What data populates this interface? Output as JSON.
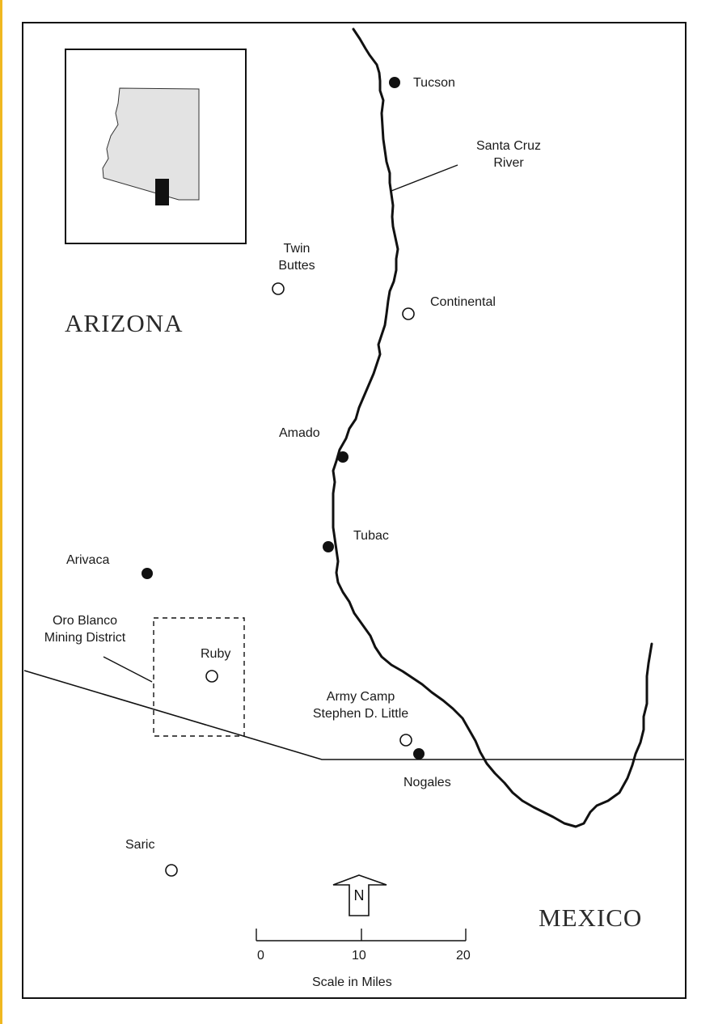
{
  "regions": {
    "arizona": "ARIZONA",
    "mexico": "MEXICO"
  },
  "places": [
    {
      "name": "Tucson",
      "marker": "filled"
    },
    {
      "name": "Twin\nButtes",
      "marker": "open"
    },
    {
      "name": "Continental",
      "marker": "open"
    },
    {
      "name": "Amado",
      "marker": "filled"
    },
    {
      "name": "Tubac",
      "marker": "filled"
    },
    {
      "name": "Arivaca",
      "marker": "filled"
    },
    {
      "name": "Ruby",
      "marker": "open"
    },
    {
      "name": "Army Camp\nStephen D. Little",
      "marker": "open"
    },
    {
      "name": "Nogales",
      "marker": "filled"
    },
    {
      "name": "Saric",
      "marker": "open"
    }
  ],
  "features": {
    "river": "Santa Cruz\nRiver",
    "district": "Oro Blanco\nMining District"
  },
  "north_arrow": "N",
  "scale": {
    "ticks": [
      "0",
      "10",
      "20"
    ],
    "caption": "Scale in Miles"
  },
  "colors": {
    "ink": "#111111",
    "state_fill": "#e3e3e3",
    "frame_strip": "#f0b820"
  }
}
